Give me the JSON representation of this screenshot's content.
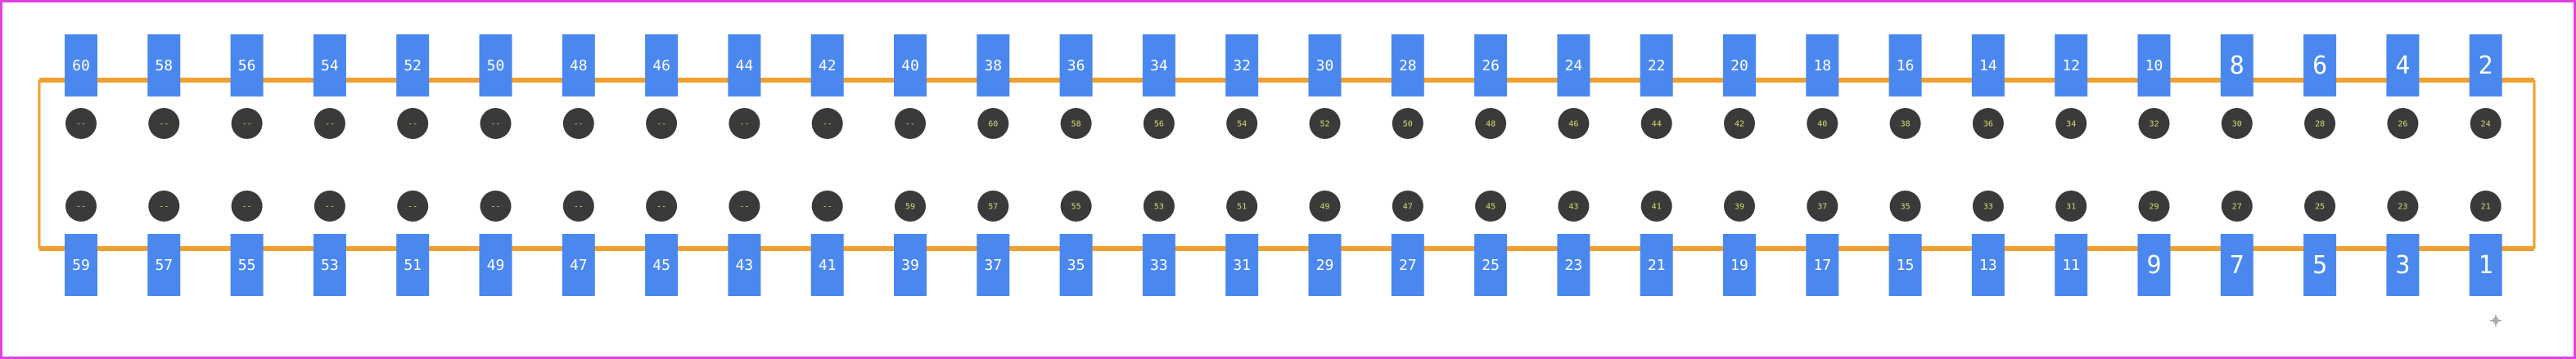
{
  "colors": {
    "background": "#ffffff",
    "frame": "#e040e0",
    "outline": "#f0a030",
    "pad": "#4a88f0",
    "pad_label": "#ffffff",
    "hole": "#3a3a3a",
    "hole_label": "#d8d870",
    "origin_marker": "#9a9aa8"
  },
  "top_pads": [
    "60",
    "58",
    "56",
    "54",
    "52",
    "50",
    "48",
    "46",
    "44",
    "42",
    "40",
    "38",
    "36",
    "34",
    "32",
    "30",
    "28",
    "26",
    "24",
    "22",
    "20",
    "18",
    "16",
    "14",
    "12",
    "10",
    "8",
    "6",
    "4",
    "2"
  ],
  "bottom_pads": [
    "59",
    "57",
    "55",
    "53",
    "51",
    "49",
    "47",
    "45",
    "43",
    "41",
    "39",
    "37",
    "35",
    "33",
    "31",
    "29",
    "27",
    "25",
    "23",
    "21",
    "19",
    "17",
    "15",
    "13",
    "11",
    "9",
    "7",
    "5",
    "3",
    "1"
  ],
  "hole_row_top": [
    "--",
    "--",
    "--",
    "--",
    "--",
    "--",
    "--",
    "--",
    "--",
    "--",
    "--",
    "60",
    "58",
    "56",
    "54",
    "52",
    "50",
    "48",
    "46",
    "44",
    "42",
    "40",
    "38",
    "36",
    "34",
    "32",
    "30",
    "28",
    "26",
    "24"
  ],
  "hole_row_bottom": [
    "--",
    "--",
    "--",
    "--",
    "--",
    "--",
    "--",
    "--",
    "--",
    "--",
    "59",
    "57",
    "55",
    "53",
    "51",
    "49",
    "47",
    "45",
    "43",
    "41",
    "39",
    "37",
    "35",
    "33",
    "31",
    "29",
    "27",
    "25",
    "23",
    "21"
  ],
  "origin_marker_icon": "crosshair-icon"
}
